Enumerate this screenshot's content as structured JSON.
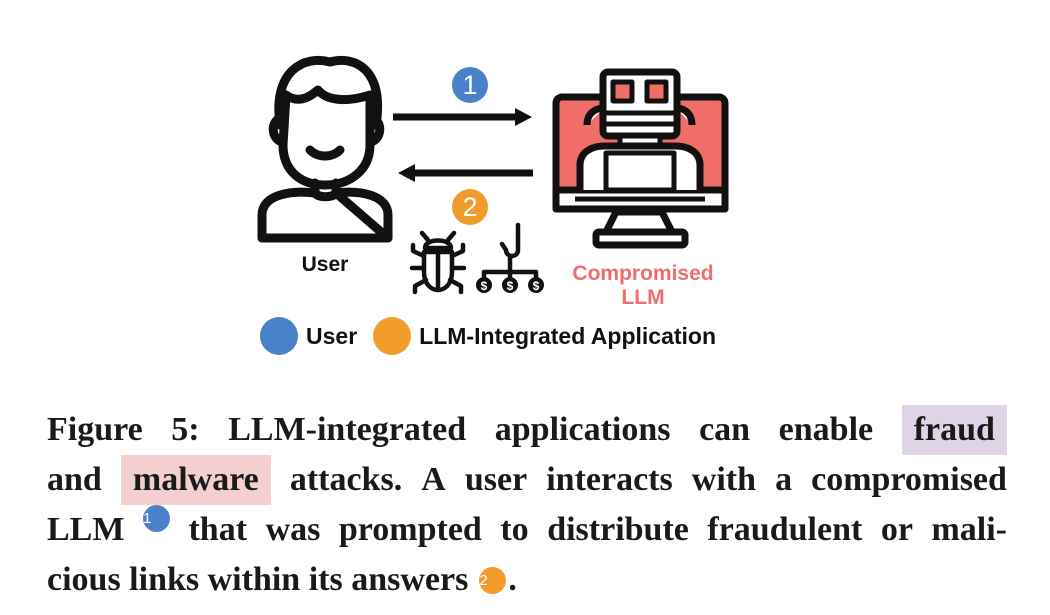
{
  "diagram": {
    "actors": {
      "user": {
        "label": "User",
        "icon": "user-icon"
      },
      "llm": {
        "label_line1": "Compromised",
        "label_line2": "LLM",
        "icon": "robot-monitor-icon"
      }
    },
    "arrows": [
      {
        "from": "user",
        "to": "llm",
        "step": "1",
        "color": "#4a82c9"
      },
      {
        "from": "llm",
        "to": "user",
        "step": "2",
        "color": "#f19b2c"
      }
    ],
    "payload_icons": [
      "bug-icon",
      "phishing-hook-money-icon"
    ],
    "legend": [
      {
        "label": "User",
        "color": "#4a82c9"
      },
      {
        "label": "LLM-Integrated Application",
        "color": "#f19b2c"
      }
    ],
    "colors": {
      "accent_red": "#f06e6a",
      "blue": "#4a82c9",
      "orange": "#f19b2c"
    }
  },
  "caption": {
    "line1": [
      "Figure",
      "5:",
      "LLM-integrated",
      "applications",
      "can",
      "enable"
    ],
    "fraud": "fraud",
    "and": "and",
    "malware": "malware",
    "line2_rest": [
      "attacks.",
      "A",
      "user",
      "interacts",
      "with",
      "a",
      "compromised"
    ],
    "line3_a": "LLM",
    "badge1": "1",
    "line3_b": [
      "that",
      "was",
      "prompted",
      "to",
      "distribute",
      "fraudulent",
      "or",
      "mali-"
    ],
    "line4": "cious links within its answers",
    "badge2": "2",
    "line4_end": ".",
    "highlight_colors": {
      "fraud": "#dfd3e6",
      "malware": "#f4cfcf"
    }
  }
}
